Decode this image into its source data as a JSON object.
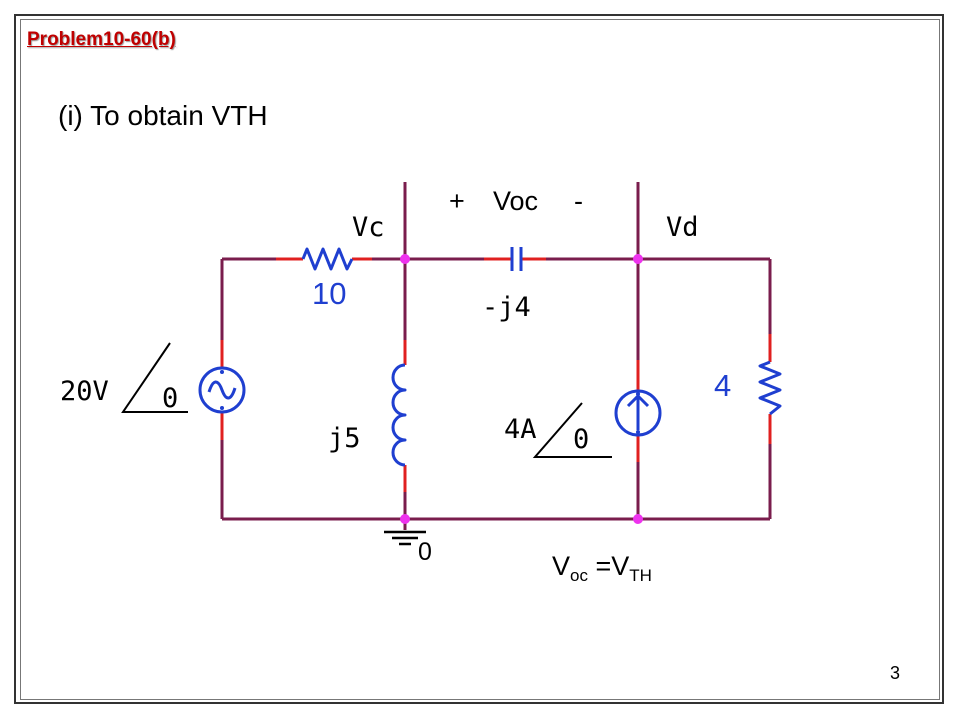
{
  "slide": {
    "problem_title": "Problem10-60(b)",
    "subtitle": "(i) To obtain  VTH",
    "page_number": "3"
  },
  "circuit": {
    "voc_plus": "+",
    "voc_name": "Voc",
    "voc_minus": "-",
    "node_c": "Vc",
    "node_d": "Vd",
    "r1_value": "10",
    "cap_value": "-j4",
    "ind_value": "j5",
    "src_v_mag": "20V",
    "src_v_angle": "0",
    "src_i_mag": "4A",
    "src_i_angle": "0",
    "r2_value": "4",
    "ground_label": "0",
    "eq_v": "V",
    "eq_sub1": "oc",
    "eq_mid": " =V",
    "eq_sub2": "TH"
  },
  "colors": {
    "wire": "#7a1d4d",
    "terminal": "#e02020",
    "component": "#1f3fd0",
    "node": "#ee33ee",
    "title": "#c00000"
  }
}
